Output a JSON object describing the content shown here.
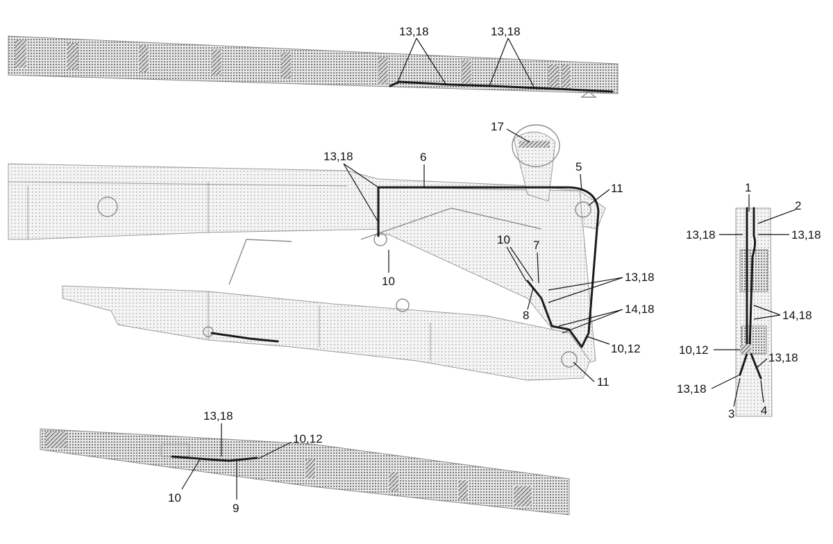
{
  "colors": {
    "line": "#111111",
    "hose": "#1a1a1a",
    "structure": "#8a8a8a",
    "background": "#ffffff"
  },
  "callouts": {
    "top_view": {
      "a": "13,18",
      "b": "13,18"
    },
    "main_view": {
      "c1318": "13,18",
      "c6": "6",
      "c17": "17",
      "c5": "5",
      "c11a": "11",
      "c10a": "10",
      "c10b": "10",
      "c7": "7",
      "c1318b": "13,18",
      "c8": "8",
      "c1418": "14,18",
      "c1012": "10,12",
      "c11b": "11"
    },
    "side_view": {
      "c1": "1",
      "c2": "2",
      "c1318l": "13,18",
      "c1318r": "13,18",
      "c1418": "14,18",
      "c1012": "10,12",
      "c1318br": "13,18",
      "c1318bl": "13,18",
      "c3": "3",
      "c4": "4"
    },
    "bottom_view": {
      "c1318": "13,18",
      "c1012": "10,12",
      "c10": "10",
      "c9": "9"
    }
  }
}
